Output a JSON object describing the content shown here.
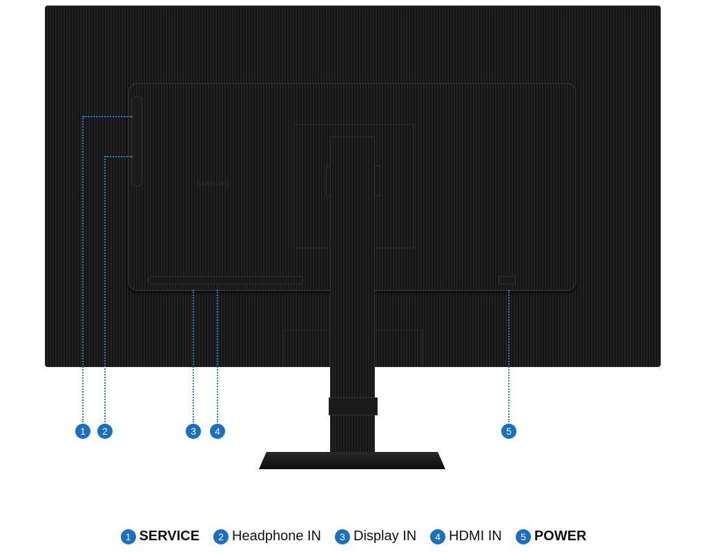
{
  "brand_logo": "SAMSUNG",
  "ports": [
    {
      "number": "1",
      "label": "SERVICE"
    },
    {
      "number": "2",
      "label": "Headphone IN"
    },
    {
      "number": "3",
      "label": "Display IN"
    },
    {
      "number": "4",
      "label": "HDMI IN"
    },
    {
      "number": "5",
      "label": "POWER"
    }
  ],
  "colors": {
    "badge": "#1a6fc0",
    "callout_line": "#2a7fd0",
    "monitor": "#141414"
  }
}
